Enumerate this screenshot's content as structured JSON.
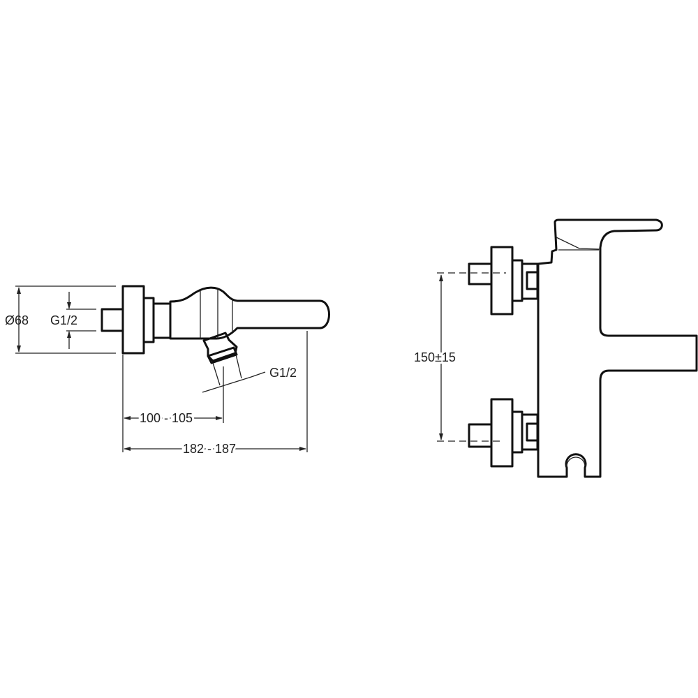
{
  "side_view": {
    "diameter_label": "Ø68",
    "inlet_thread_label": "G1/2",
    "outlet_thread_label": "G1/2",
    "outlet_distance_label": "100 - 105",
    "total_length_label": "182 - 187"
  },
  "front_view": {
    "inlet_spacing_label": "150±15"
  }
}
